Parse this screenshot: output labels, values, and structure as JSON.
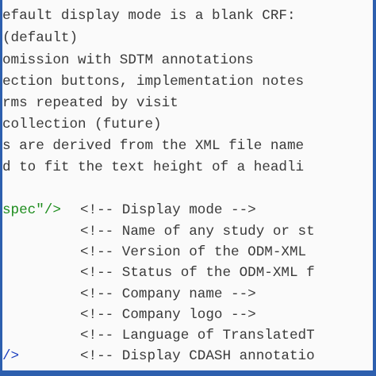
{
  "top_lines": [
    "efault display mode is a blank CRF:",
    "(default)",
    "omission with SDTM annotations",
    "ection buttons, implementation notes",
    "rms repeated by visit",
    "collection (future)",
    "s are derived from the XML file name",
    "d to fit the text height of a headli"
  ],
  "code_lines": [
    {
      "lead": "spec\"/>",
      "comment": "<!-- Display mode -->"
    },
    {
      "lead": "",
      "comment": "<!-- Name of any study or st"
    },
    {
      "lead": "",
      "comment": "<!-- Version of the ODM-XML "
    },
    {
      "lead": "",
      "comment": "<!-- Status of the ODM-XML f"
    },
    {
      "lead": "",
      "comment": "<!-- Company name -->"
    },
    {
      "lead": "",
      "comment": "<!-- Company logo -->"
    },
    {
      "lead": "",
      "comment": "<!-- Language of TranslatedT"
    },
    {
      "lead": "/>",
      "comment": "<!-- Display CDASH annotatio"
    }
  ],
  "colors": {
    "frame_border": "#2d5fae",
    "comment_text": "#3a3a3a",
    "attr_value": "#1c8c1c",
    "tag_punct": "#1c3fbf"
  }
}
